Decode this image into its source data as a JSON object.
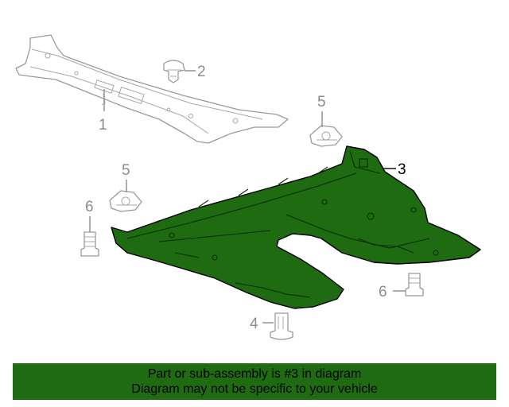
{
  "diagram": {
    "callouts": [
      {
        "id": "1",
        "label": "1"
      },
      {
        "id": "2",
        "label": "2"
      },
      {
        "id": "3",
        "label": "3"
      },
      {
        "id": "4",
        "label": "4"
      },
      {
        "id": "5a",
        "label": "5"
      },
      {
        "id": "5b",
        "label": "5"
      },
      {
        "id": "6a",
        "label": "6"
      },
      {
        "id": "6b",
        "label": "6"
      }
    ],
    "highlight_part": "3",
    "colors": {
      "highlight": "#1e6b12",
      "outline": "#9a9a9a",
      "callout_inactive": "#8c8c8c",
      "callout_active": "#000000"
    }
  },
  "banner": {
    "line1": "Part or sub-assembly is #3 in diagram",
    "line2": "Diagram may not be specific to your vehicle"
  }
}
